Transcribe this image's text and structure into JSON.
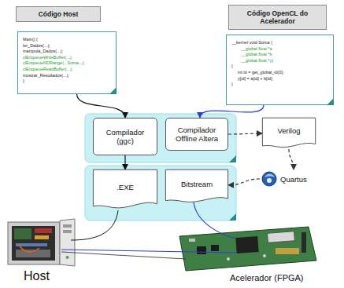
{
  "diagram": {
    "nodes": [
      {
        "text": [
          "Código Host"
        ]
      },
      {
        "text": [
          "Main() {",
          "ler_Dados(...);",
          "manipula_Dados(...);",
          "clEnqueueWriteBuffer(...);",
          "clEnqueueNDRange(...Soma...);",
          "clEnqueueReadBuffer(...);",
          "mostrar_Resultados(...);",
          "}"
        ]
      },
      {
        "text": [
          "Código OpenCL do Acelerador"
        ]
      },
      {
        "text": [
          "__kernel void Soma (",
          "__global float *a",
          "__global float *b",
          "__global float *y)",
          "{",
          "int id = get_global_id(0);",
          "y[id] = a[id] + b[id];",
          "}"
        ]
      },
      {
        "text": []
      },
      {
        "text": [
          "Compilador (ggc)"
        ],
        "in": 4
      },
      {
        "text": [
          "Compilador Offline Altera"
        ],
        "in": 4
      },
      {
        "text": [
          "Verilog"
        ]
      },
      {
        "text": []
      },
      {
        "text": [
          ".EXE"
        ],
        "in": 8
      },
      {
        "text": [
          "Bitstream"
        ],
        "in": 8
      },
      {
        "text": [
          "Quartus"
        ]
      }
    ],
    "edges": [
      {
        "from": 1,
        "to": 5,
        "arrow": "to"
      },
      {
        "from": 3,
        "to": 6,
        "arrow": "to"
      },
      {
        "from": 6,
        "to": 7,
        "arrow": "to"
      },
      {
        "from": 7,
        "to": 11,
        "arrow": "to"
      },
      {
        "from": 11,
        "to": 10,
        "arrow": "to"
      },
      {
        "from": 5,
        "to": 9,
        "arrow": "to"
      }
    ],
    "labels": [
      "Host",
      "Acelerador (FPGA)"
    ]
  }
}
